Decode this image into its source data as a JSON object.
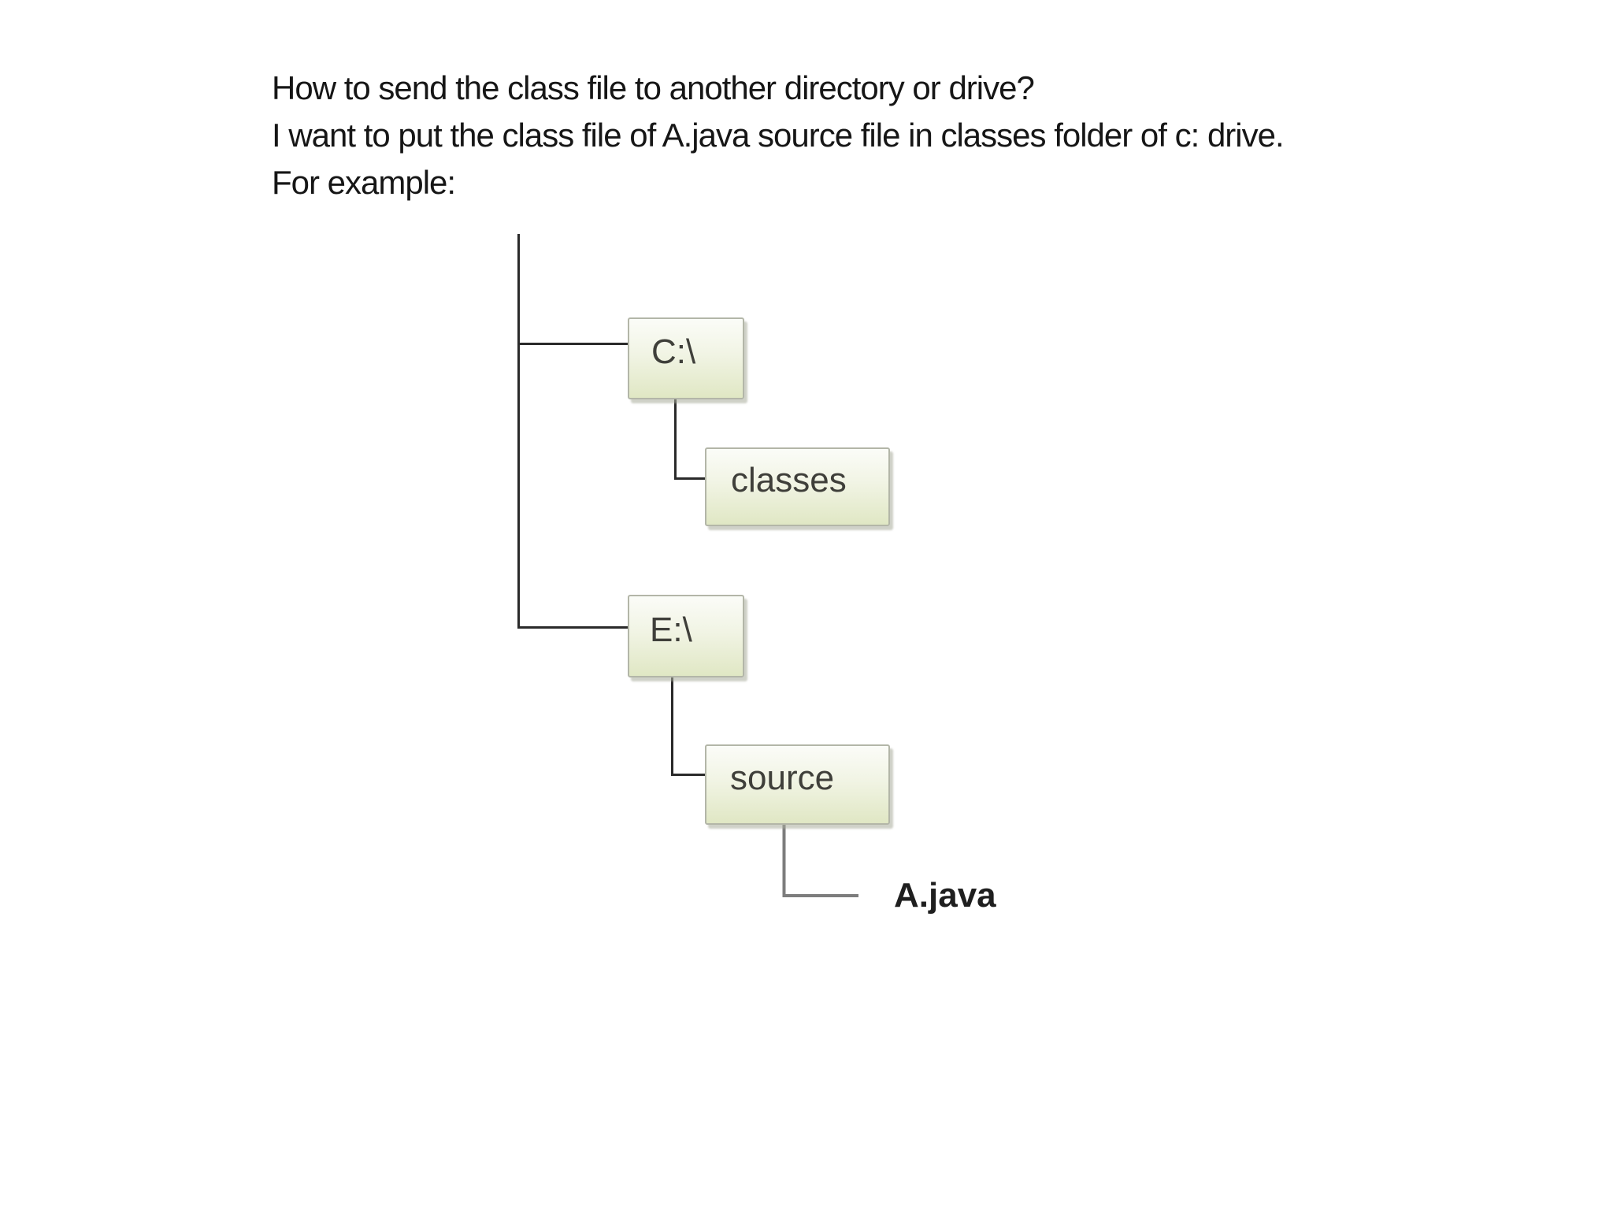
{
  "question": {
    "line1": "How to send the class file to another directory or drive?",
    "line2": "I want to put the class file of A.java source file in classes folder of c: drive.",
    "line3": "For example:"
  },
  "tree": {
    "drive_c": "C:\\",
    "folder_classes": "classes",
    "drive_e": "E:\\",
    "folder_source": "source",
    "file_a_java": "A.java"
  },
  "colors": {
    "background": "#ffffff",
    "question_text": "#161616",
    "tree_line": "#2a2a2a",
    "file_line": "#7d7d7d",
    "box_border": "#b3b6a8",
    "box_top": "#fbfcf8",
    "box_mid": "#f1f4e4",
    "box_bottom": "#e0e7c4",
    "box_label": "#3f3f3a",
    "file_label": "#1f1f1f"
  }
}
